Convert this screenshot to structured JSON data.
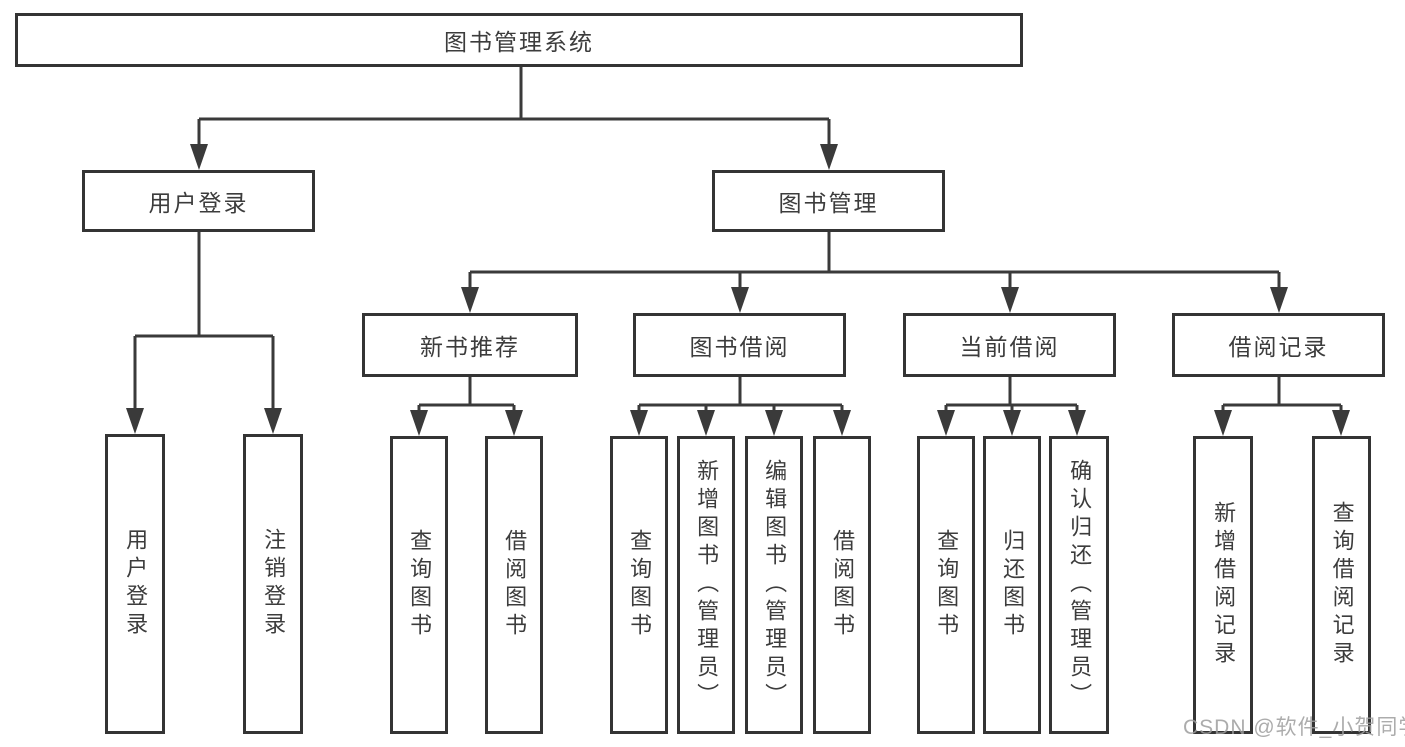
{
  "diagram_title": "图书管理系统",
  "nodes": {
    "root": "图书管理系统",
    "login": "用户登录",
    "management": "图书管理",
    "new_books": "新书推荐",
    "borrow": "图书借阅",
    "current": "当前借阅",
    "records": "借阅记录",
    "login_children": [
      "用户登录",
      "注销登录"
    ],
    "new_books_children": [
      "查询图书",
      "借阅图书"
    ],
    "borrow_children": [
      "查询图书",
      "新增图书（管理员）",
      "编辑图书（管理员）",
      "借阅图书"
    ],
    "current_children": [
      "查询图书",
      "归还图书",
      "确认归还（管理员）"
    ],
    "records_children": [
      "新增借阅记录",
      "查询借阅记录"
    ]
  },
  "watermark": "CSDN @软件_小贺同学",
  "colors": {
    "line": "#3a3a3a",
    "border": "#343434",
    "text": "#3c3c3c",
    "watermark": "#9e9e9e",
    "background": "#ffffff"
  }
}
